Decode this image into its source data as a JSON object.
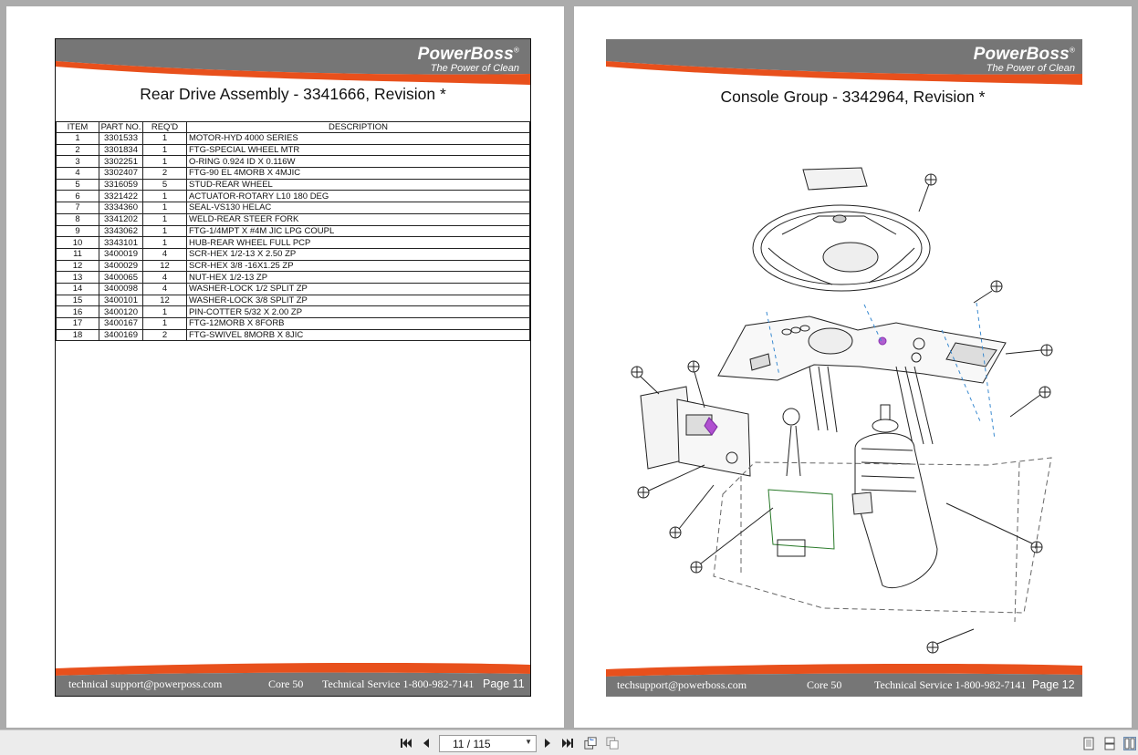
{
  "brand": {
    "name": "PowerBoss",
    "reg": "®",
    "tagline": "The Power of Clean"
  },
  "left_page": {
    "title": "Rear Drive Assembly - 3341666, Revision *",
    "table": {
      "headers": [
        "ITEM",
        "PART NO.",
        "REQ'D",
        "DESCRIPTION"
      ],
      "rows": [
        [
          "1",
          "3301533",
          "1",
          "MOTOR-HYD 4000 SERIES"
        ],
        [
          "2",
          "3301834",
          "1",
          "FTG-SPECIAL WHEEL MTR"
        ],
        [
          "3",
          "3302251",
          "1",
          "O-RING 0.924 ID X 0.116W"
        ],
        [
          "4",
          "3302407",
          "2",
          "FTG-90 EL 4MORB X 4MJIC"
        ],
        [
          "5",
          "3316059",
          "5",
          "STUD-REAR WHEEL"
        ],
        [
          "6",
          "3321422",
          "1",
          "ACTUATOR-ROTARY L10 180 DEG"
        ],
        [
          "7",
          "3334360",
          "1",
          "SEAL-VS130 HELAC"
        ],
        [
          "8",
          "3341202",
          "1",
          "WELD-REAR STEER FORK"
        ],
        [
          "9",
          "3343062",
          "1",
          "FTG-1/4MPT X #4M JIC LPG COUPL"
        ],
        [
          "10",
          "3343101",
          "1",
          "HUB-REAR WHEEL FULL PCP"
        ],
        [
          "11",
          "3400019",
          "4",
          "SCR-HEX 1/2-13 X 2.50 ZP"
        ],
        [
          "12",
          "3400029",
          "12",
          "SCR-HEX 3/8 -16X1.25 ZP"
        ],
        [
          "13",
          "3400065",
          "4",
          "NUT-HEX 1/2-13 ZP"
        ],
        [
          "14",
          "3400098",
          "4",
          "WASHER-LOCK 1/2 SPLIT ZP"
        ],
        [
          "15",
          "3400101",
          "12",
          "WASHER-LOCK 3/8 SPLIT ZP"
        ],
        [
          "16",
          "3400120",
          "1",
          "PIN-COTTER 5/32 X 2.00 ZP"
        ],
        [
          "17",
          "3400167",
          "1",
          "FTG-12MORB X 8FORB"
        ],
        [
          "18",
          "3400169",
          "2",
          "FTG-SWIVEL 8MORB X 8JIC"
        ]
      ]
    },
    "footer": {
      "email": "technical support@powerposs.com",
      "model": "Core 50",
      "service": "Technical Service 1-800-982-7141",
      "page": "Page 11"
    }
  },
  "right_page": {
    "title": "Console Group - 3342964, Revision *",
    "footer": {
      "email": "techsupport@powerboss.com",
      "model": "Core 50",
      "service": "Technical Service 1-800-982-7141",
      "page": "Page 12"
    }
  },
  "toolbar": {
    "page_indicator": "11 / 115",
    "buttons": [
      "first-page",
      "prev-page",
      "next-page",
      "last-page",
      "go-back",
      "go-forward",
      "single-page-view",
      "continuous-view",
      "two-page-view"
    ]
  },
  "colors": {
    "band_gray": "#767676",
    "accent_orange": "#e8501c",
    "viewer_bg": "#ababab"
  }
}
